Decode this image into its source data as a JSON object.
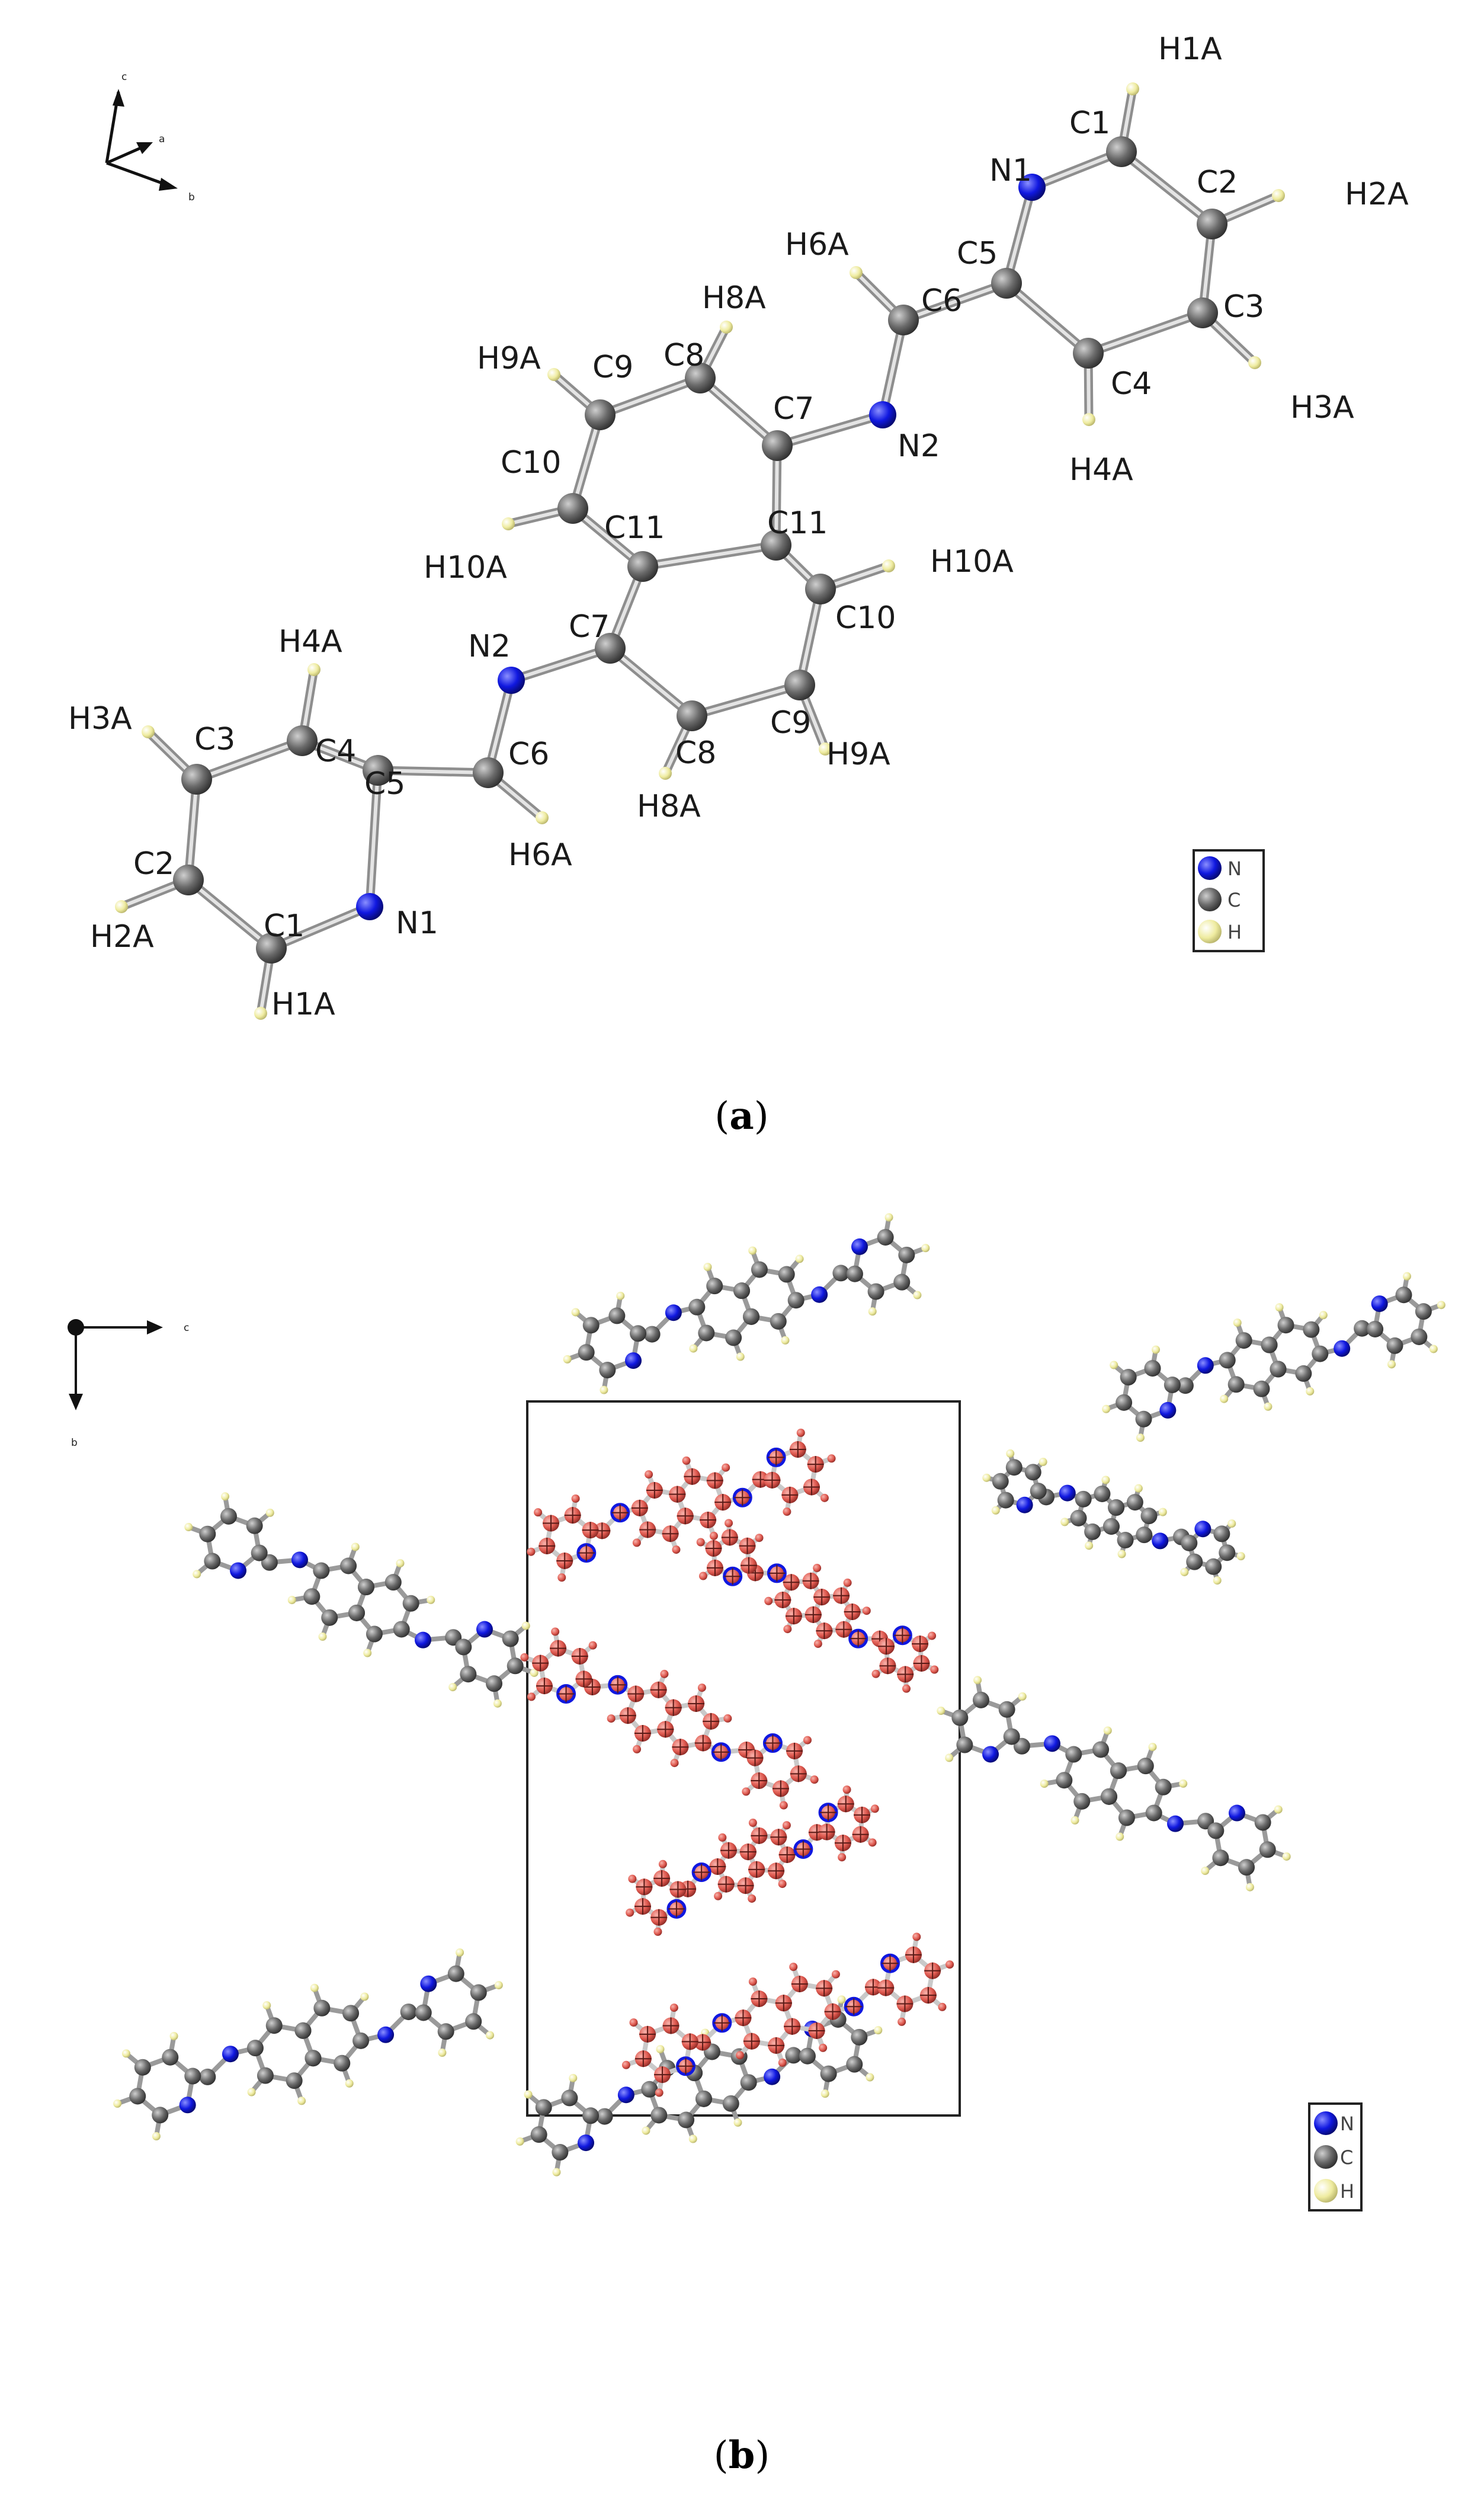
{
  "panel_a": {
    "caption_open": "(",
    "caption_letter": "a",
    "caption_close": ")",
    "axes": {
      "c": "c",
      "a": "a",
      "b": "b"
    },
    "legend": {
      "n": "N",
      "c": "C",
      "h": "H"
    },
    "labels": [
      "H1A",
      "C1",
      "N1",
      "C2",
      "H2A",
      "H6A",
      "C5",
      "C6",
      "C3",
      "H3A",
      "C4",
      "H4A",
      "H8A",
      "C8",
      "H9A",
      "C9",
      "C7",
      "N2",
      "C10",
      "C11",
      "C11",
      "H10A",
      "H10A",
      "C10",
      "N2",
      "C7",
      "H4A",
      "H3A",
      "C3",
      "C4",
      "C5",
      "C6",
      "C9",
      "C8",
      "H9A",
      "H8A",
      "H6A",
      "C2",
      "C1",
      "N1",
      "H2A",
      "H1A"
    ]
  },
  "panel_b": {
    "caption_open": "(",
    "caption_letter": "b",
    "caption_close": ")",
    "axes": {
      "c": "c",
      "b": "b"
    },
    "legend": {
      "n": "N",
      "c": "C",
      "h": "H"
    }
  },
  "colors": {
    "carbon": "#6b6b6b",
    "nitrogen": "#0d14e0",
    "hydrogen": "#f2f0a8",
    "ortep": "#e0554f",
    "bond": "#bdbdbd",
    "cell": "#222222"
  }
}
